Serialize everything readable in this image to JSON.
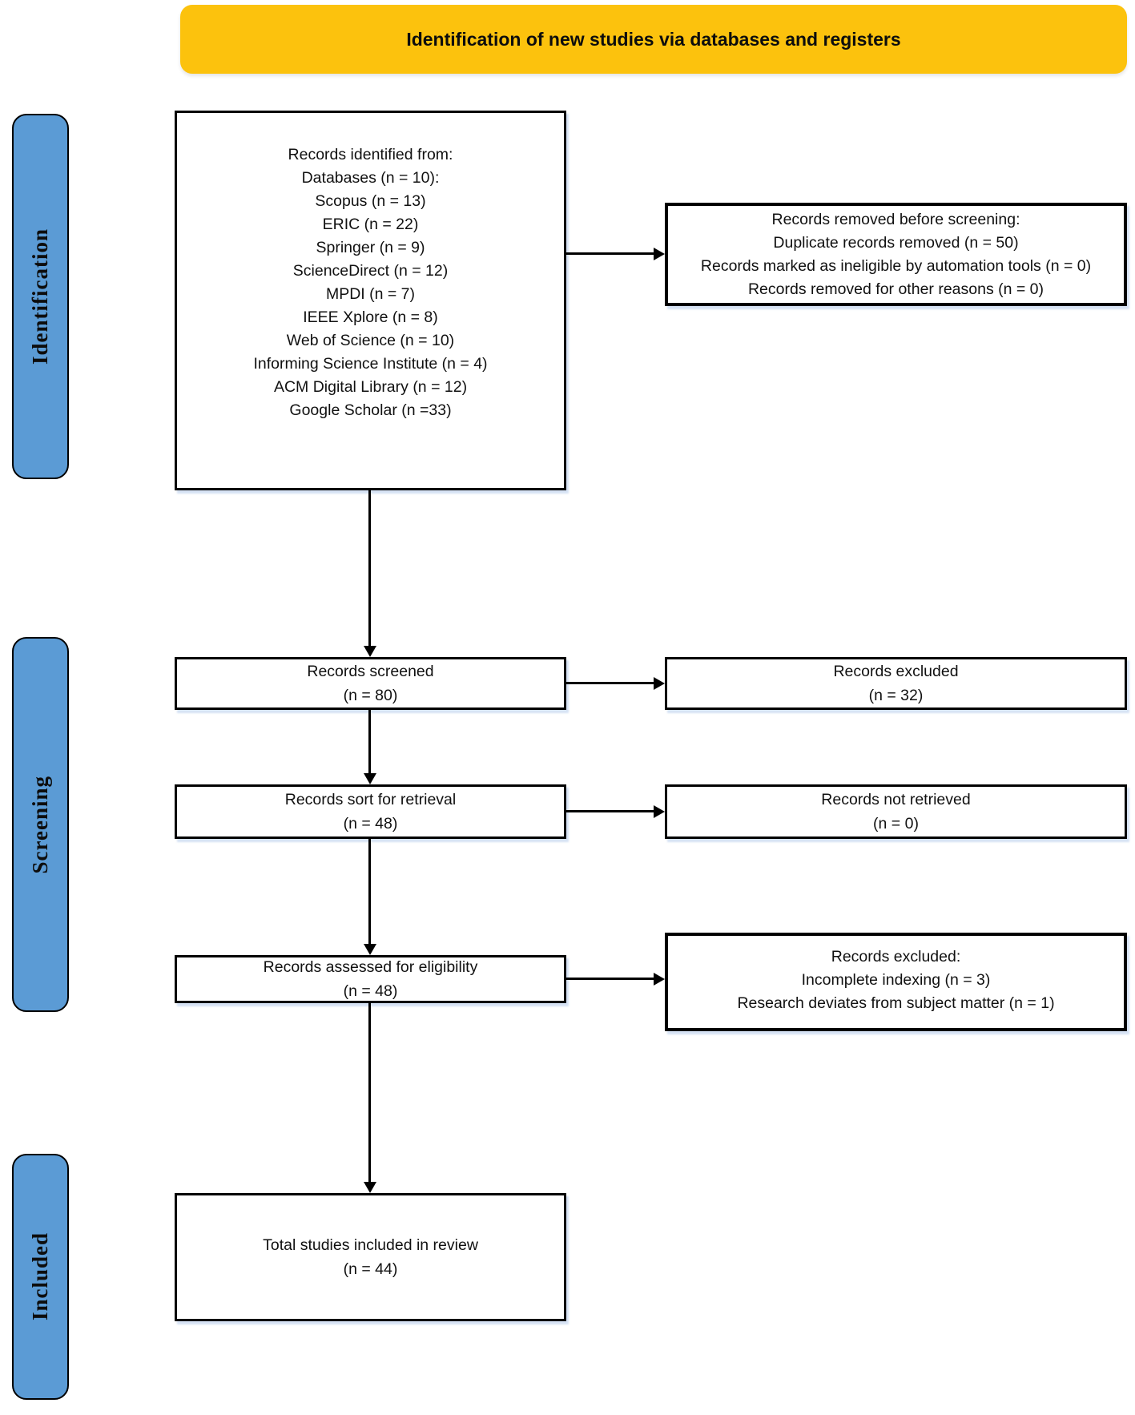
{
  "banner": {
    "title": "Identification of new studies via databases and registers"
  },
  "stages": {
    "identification": "Identification",
    "screening": "Screening",
    "included": "Included"
  },
  "flow": {
    "identified": {
      "lines": [
        "Records identified from:",
        "Databases (n = 10):",
        "Scopus (n = 13)",
        "ERIC (n = 22)",
        "Springer (n = 9)",
        "ScienceDirect (n = 12)",
        "MPDI (n = 7)",
        "IEEE Xplore (n = 8)",
        "Web of Science (n = 10)",
        "Informing Science Institute (n = 4)",
        "ACM Digital Library (n = 12)",
        "Google Scholar (n =33)"
      ]
    },
    "removed_before_screening": {
      "lines": [
        "Records removed before screening:",
        "Duplicate records removed (n = 50)",
        "Records marked as ineligible by automation tools (n = 0)",
        "Records removed for other reasons (n = 0)"
      ]
    },
    "screened": {
      "lines": [
        "Records screened",
        "(n = 80)"
      ]
    },
    "excluded_after_screening": {
      "lines": [
        "Records excluded",
        "(n = 32)"
      ]
    },
    "sought_for_retrieval": {
      "lines": [
        "Records sort for retrieval",
        "(n = 48)"
      ]
    },
    "not_retrieved": {
      "lines": [
        "Records not retrieved",
        "(n = 0)"
      ]
    },
    "assessed_for_eligibility": {
      "lines": [
        "Records assessed for eligibility",
        "(n = 48)"
      ]
    },
    "excluded_after_eligibility": {
      "lines": [
        "Records excluded:",
        "Incomplete indexing (n = 3)",
        "Research deviates from subject matter (n = 1)"
      ]
    },
    "total_included": {
      "lines": [
        "Total studies included in review",
        "(n = 44)"
      ]
    }
  },
  "colors": {
    "banner_fill": "#FCC20D",
    "stage_pill_fill": "#5B9BD5",
    "box_border": "#000000",
    "box_shadow": "#BED2EE",
    "text": "#111111"
  }
}
